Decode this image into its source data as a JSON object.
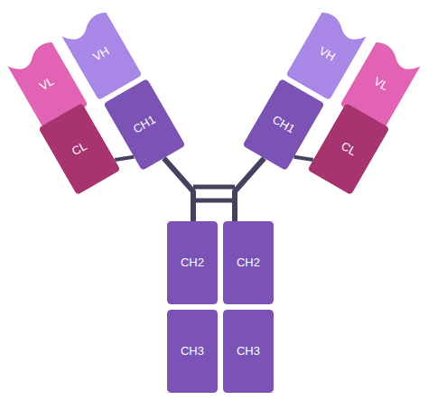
{
  "diagram": {
    "nodes": [
      {
        "text": [
          "VL"
        ]
      },
      {
        "text": [
          "VH"
        ]
      },
      {
        "text": [
          "VH"
        ]
      },
      {
        "text": [
          "VL"
        ]
      },
      {
        "text": [
          "CH1"
        ]
      },
      {
        "text": [
          "CH1"
        ]
      },
      {
        "text": [
          "CL"
        ]
      },
      {
        "text": [
          "CL"
        ]
      },
      {
        "text": [
          "CH2"
        ]
      },
      {
        "text": [
          "CH2"
        ]
      },
      {
        "text": [
          "CH3"
        ]
      },
      {
        "text": [
          "CH3"
        ]
      }
    ],
    "edges": [
      {
        "from": 6,
        "to": 4,
        "arrow": "none"
      },
      {
        "from": 7,
        "to": 5,
        "arrow": "none"
      },
      {
        "from": 4,
        "to": 8,
        "arrow": "none"
      },
      {
        "from": 5,
        "to": 9,
        "arrow": "none"
      }
    ]
  }
}
